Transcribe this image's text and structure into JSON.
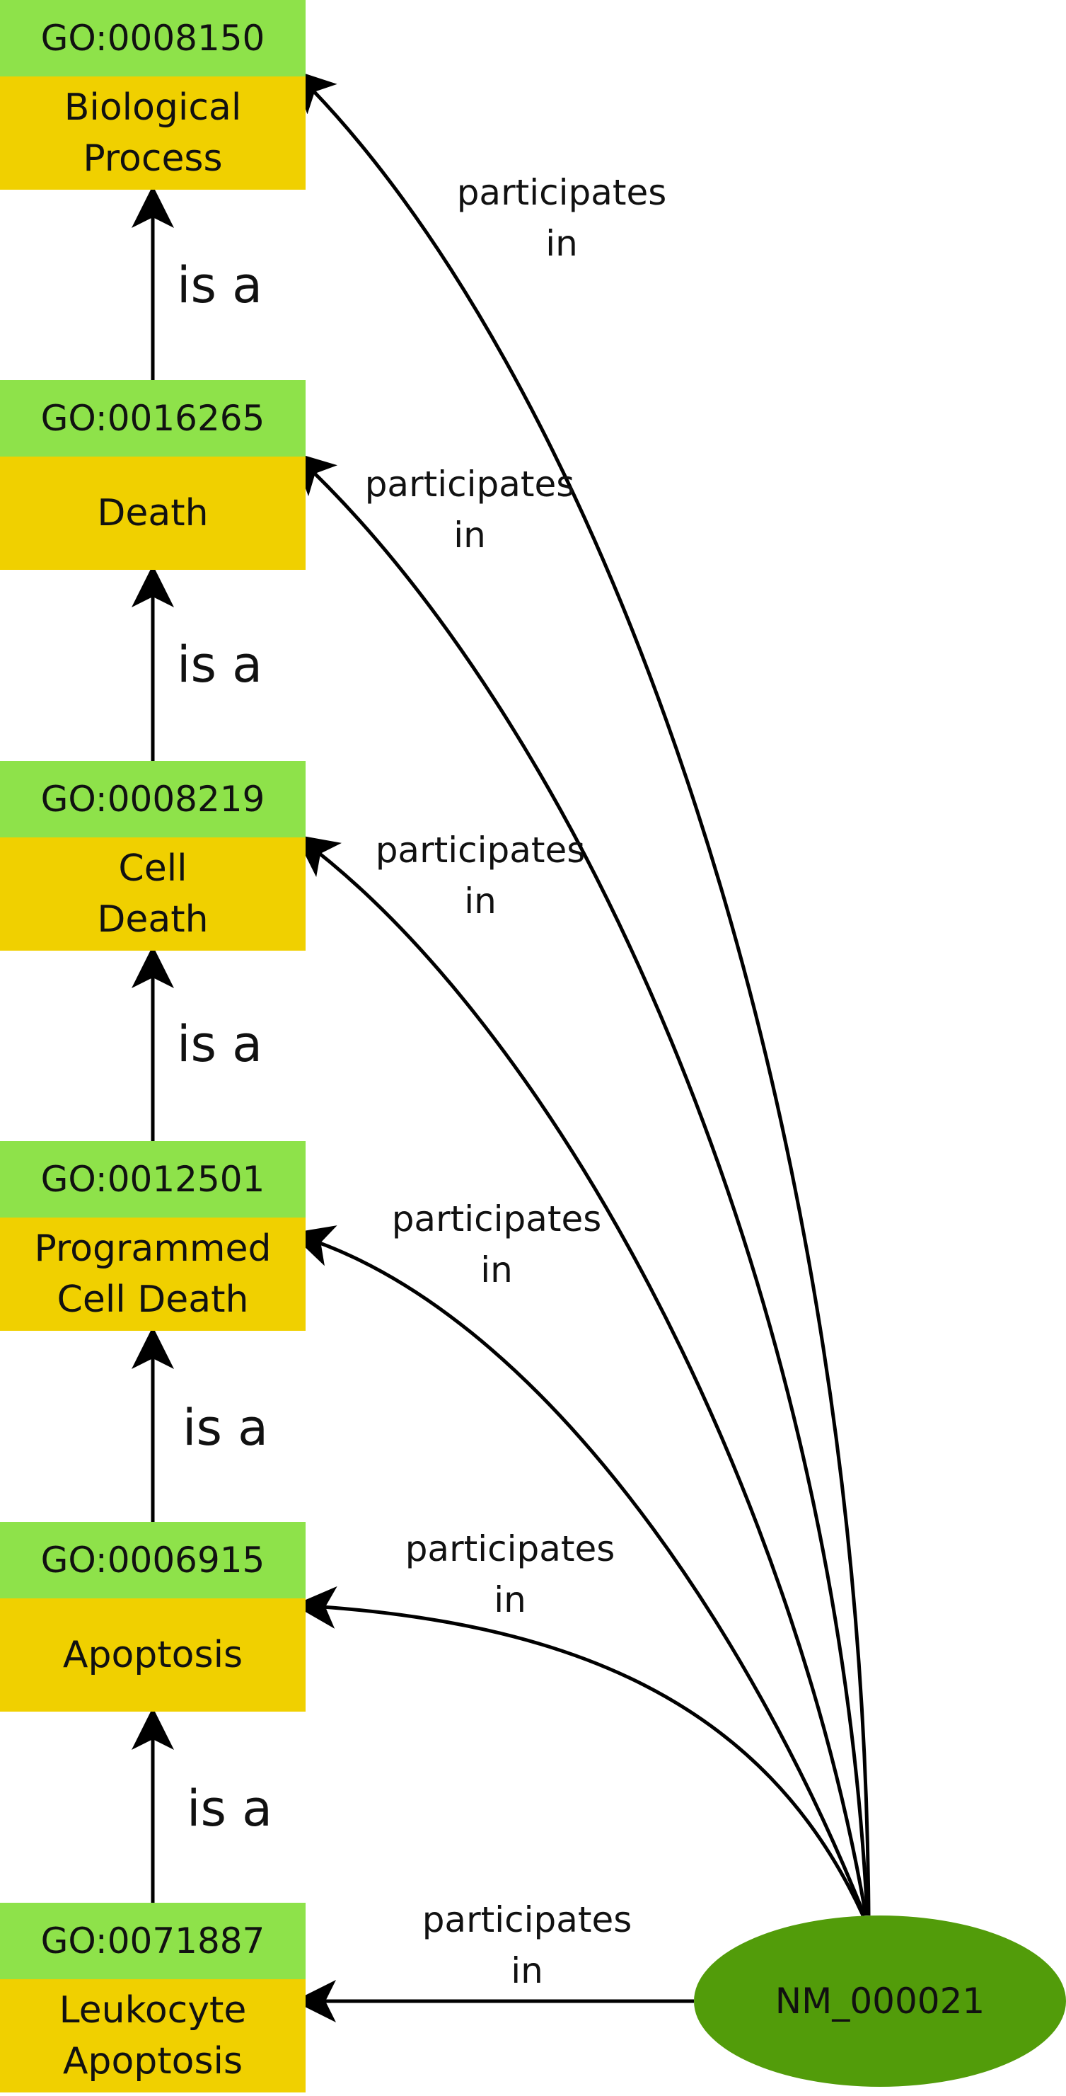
{
  "terms": [
    {
      "id": "GO:0008150",
      "name": "Biological\nProcess"
    },
    {
      "id": "GO:0016265",
      "name": "Death"
    },
    {
      "id": "GO:0008219",
      "name": "Cell\nDeath"
    },
    {
      "id": "GO:0012501",
      "name": "Programmed\nCell Death"
    },
    {
      "id": "GO:0006915",
      "name": "Apoptosis"
    },
    {
      "id": "GO:0071887",
      "name": "Leukocyte\nApoptosis"
    }
  ],
  "gene": {
    "label": "NM_000021"
  },
  "is_a_label": "is a",
  "participates_label": "participates\nin",
  "colors": {
    "id_band": "#8ee24a",
    "name_band": "#f0d000",
    "gene": "#529c0a",
    "edge": "#000000"
  }
}
